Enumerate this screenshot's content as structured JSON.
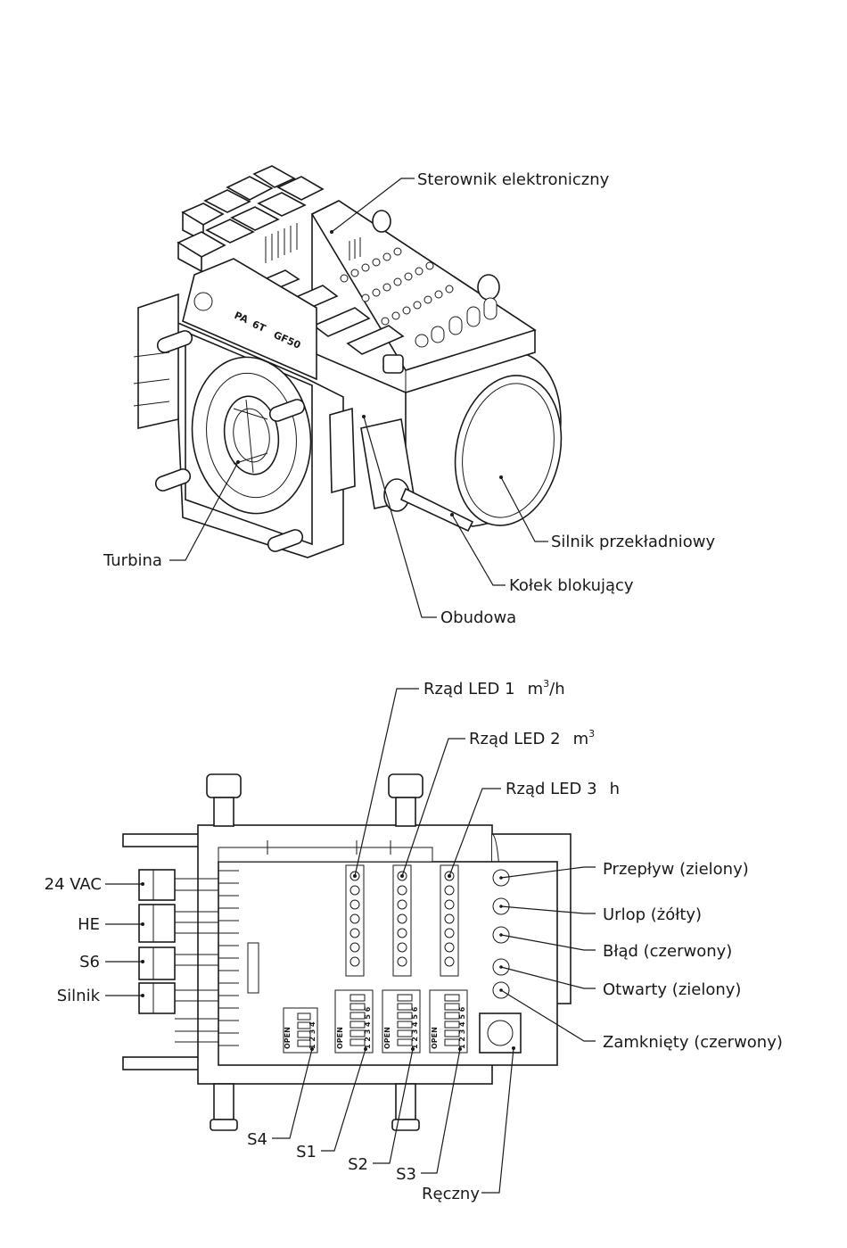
{
  "top_view": {
    "labels": {
      "controller": "Sterownik elektroniczny",
      "turbine": "Turbina",
      "gear_motor": "Silnik przekładniowy",
      "locking_pin": "Kołek blokujący",
      "housing": "Obudowa"
    },
    "housing_marking": [
      "PA",
      "6T",
      "GF50"
    ]
  },
  "bottom_view": {
    "led_rows": [
      {
        "label": "Rząd LED 1",
        "unit": "m",
        "unit_sup": "3",
        "unit_suffix": "/h"
      },
      {
        "label": "Rząd LED 2",
        "unit": "m",
        "unit_sup": "3",
        "unit_suffix": ""
      },
      {
        "label": "Rząd LED 3",
        "unit": "h",
        "unit_sup": "",
        "unit_suffix": ""
      }
    ],
    "connectors": [
      "24 VAC",
      "HE",
      "S6",
      "Silnik"
    ],
    "status_leds": [
      "Przepływ (zielony)",
      "Urlop (żółty)",
      "Błąd (czerwony)",
      "Otwarty (zielony)",
      "Zamknięty (czerwony)"
    ],
    "switches": [
      "S4",
      "S1",
      "S2",
      "S3"
    ],
    "manual_button": "Ręczny",
    "dip_open_text": "OPEN",
    "dip_numbers_4": "1 2 3 4",
    "dip_numbers_6": "1 2 3 4 5 6"
  }
}
